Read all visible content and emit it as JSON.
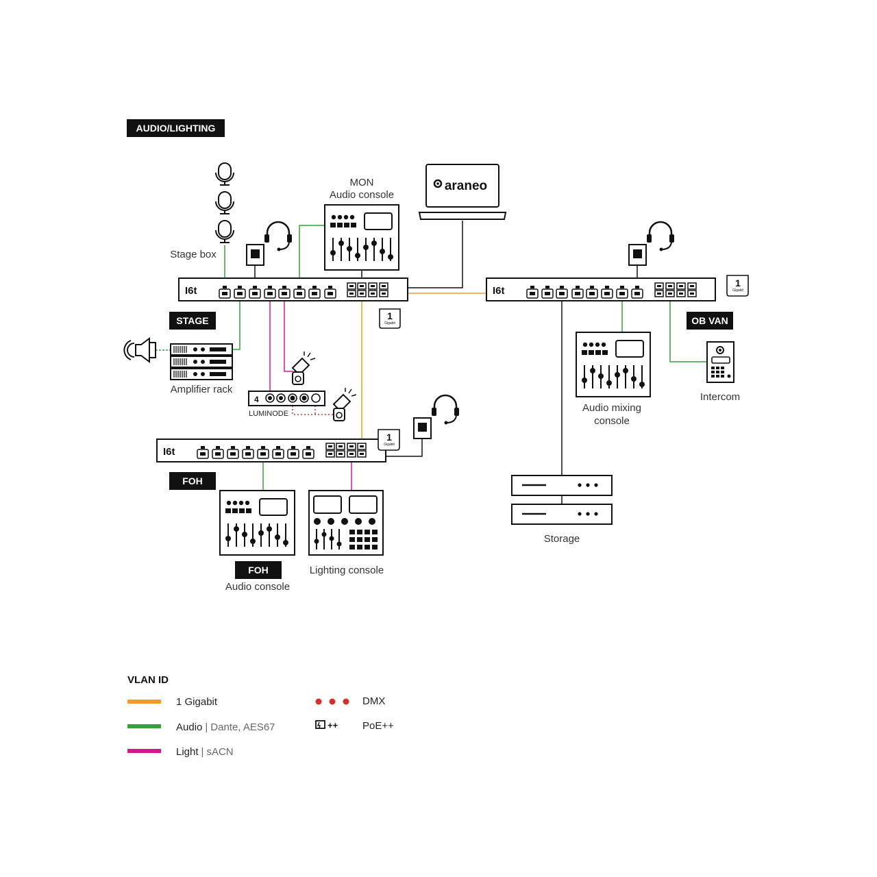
{
  "title_tag": "AUDIO/LIGHTING",
  "switch_name": "I6t",
  "badge": {
    "number": "1",
    "caption": "Gigabit"
  },
  "zones": {
    "stage": "STAGE",
    "ob_van": "OB VAN",
    "foh": "FOH",
    "foh_console_tag": "FOH"
  },
  "devices": {
    "stage_box": "Stage box",
    "mon_console_line1": "MON",
    "mon_console_line2": "Audio console",
    "laptop_brand": "araneo",
    "amplifier_rack": "Amplifier rack",
    "luminode_label": "LUMINODE",
    "luminode_number": "4",
    "audio_mixing_line1": "Audio mixing",
    "audio_mixing_line2": "console",
    "intercom": "Intercom",
    "foh_audio_console": "Audio console",
    "lighting_console": "Lighting console",
    "storage": "Storage"
  },
  "legend": {
    "title": "VLAN ID",
    "items": [
      {
        "label": "1 Gigabit",
        "detail": "",
        "color": "#f09a2c"
      },
      {
        "label": "Audio",
        "detail": "Dante, AES67",
        "color": "#35a03c"
      },
      {
        "label": "Light",
        "detail": "sACN",
        "color": "#d6188f"
      }
    ],
    "dmx_label": "DMX",
    "dmx_color": "#d0312d",
    "poe_symbol": "++",
    "poe_label": "PoE++",
    "separator": "|"
  },
  "icons": [
    "microphone-icon",
    "headset-icon",
    "speaker-icon",
    "spotlight-icon",
    "laptop-icon",
    "araneo-logo-icon",
    "poe-icon"
  ]
}
